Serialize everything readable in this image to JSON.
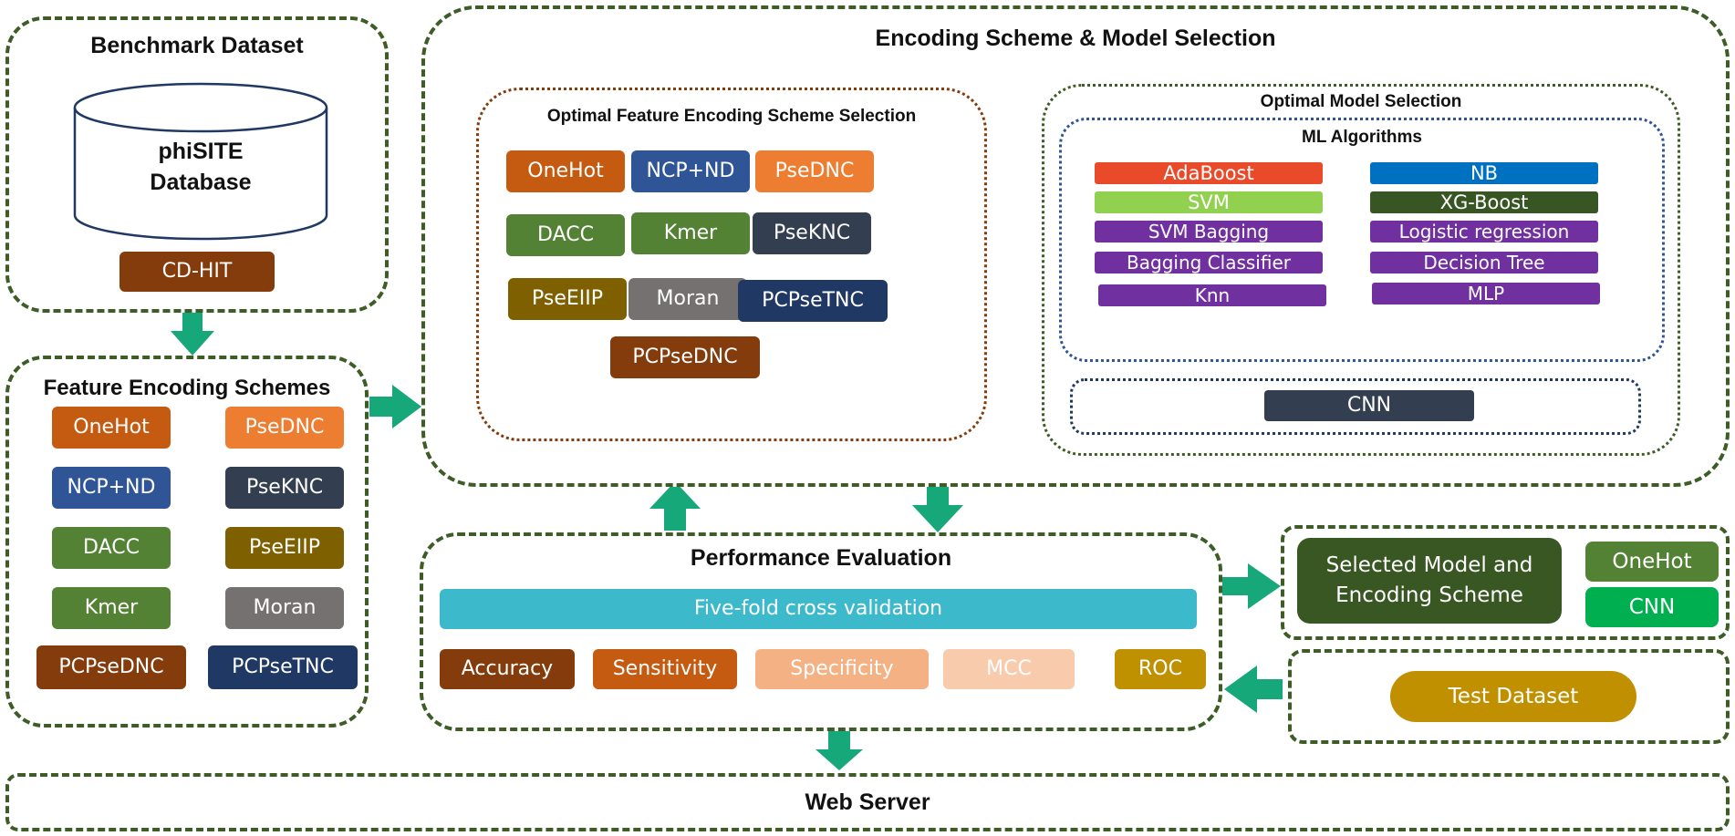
{
  "colors": {
    "border_green": "#3d5c26",
    "arrow": "#16a878",
    "onehot": "#c55a11",
    "ncpnd": "#2f5597",
    "psednc": "#ed7d31",
    "dacc": "#548235",
    "kmer": "#548235",
    "pseknc": "#333f50",
    "pseeiip": "#7f6000",
    "moran": "#757171",
    "pcpsetnc": "#203864",
    "pcpsednc": "#843c0c",
    "cdhit": "#843c0c",
    "adaboost": "#e94a2a",
    "nb": "#0070c0",
    "svm": "#92d050",
    "xgboost": "#375623",
    "purple": "#7030a0",
    "cnn": "#333f50",
    "fivefold": "#3cbacb",
    "accuracy": "#843c0c",
    "sensitivity": "#c55a11",
    "specificity": "#f4b183",
    "mcc": "#f8cbad",
    "roc": "#bf9000",
    "selected": "#385723",
    "sel_onehot": "#548235",
    "sel_cnn": "#00b050",
    "test": "#c09000"
  },
  "benchmark": {
    "title": "Benchmark Dataset",
    "database_line1": "phiSITE",
    "database_line2": "Database",
    "cdhit": "CD-HIT"
  },
  "feature": {
    "title": "Feature Encoding Schemes",
    "items": [
      "OneHot",
      "PseDNC",
      "NCP+ND",
      "PseKNC",
      "DACC",
      "PseEIIP",
      "Kmer",
      "Moran",
      "PCPseDNC",
      "PCPseTNC"
    ]
  },
  "encoding": {
    "title": "Encoding Scheme & Model Selection",
    "optimal_feature_title": "Optimal Feature Encoding Scheme Selection",
    "optimal_feature_items": [
      "OneHot",
      "NCP+ND",
      "PseDNC",
      "DACC",
      "Kmer",
      "PseKNC",
      "PseEIIP",
      "Moran",
      "PCPseTNC",
      "PCPseDNC"
    ],
    "optimal_model_title": "Optimal Model Selection",
    "ml_title": "ML Algorithms",
    "ml_items": [
      "AdaBoost",
      "NB",
      "SVM",
      "XG-Boost",
      "SVM Bagging",
      "Logistic regression",
      "Bagging Classifier",
      "Decision Tree",
      "Knn",
      "MLP"
    ],
    "cnn": "CNN"
  },
  "performance": {
    "title": "Performance Evaluation",
    "cross_validation": "Five-fold cross validation",
    "metrics": [
      "Accuracy",
      "Sensitivity",
      "Specificity",
      "MCC",
      "ROC"
    ]
  },
  "selected": {
    "line1": "Selected Model and",
    "line2": "Encoding Scheme",
    "encoding": "OneHot",
    "model": "CNN"
  },
  "test": {
    "label": "Test Dataset"
  },
  "web": {
    "label": "Web Server"
  }
}
